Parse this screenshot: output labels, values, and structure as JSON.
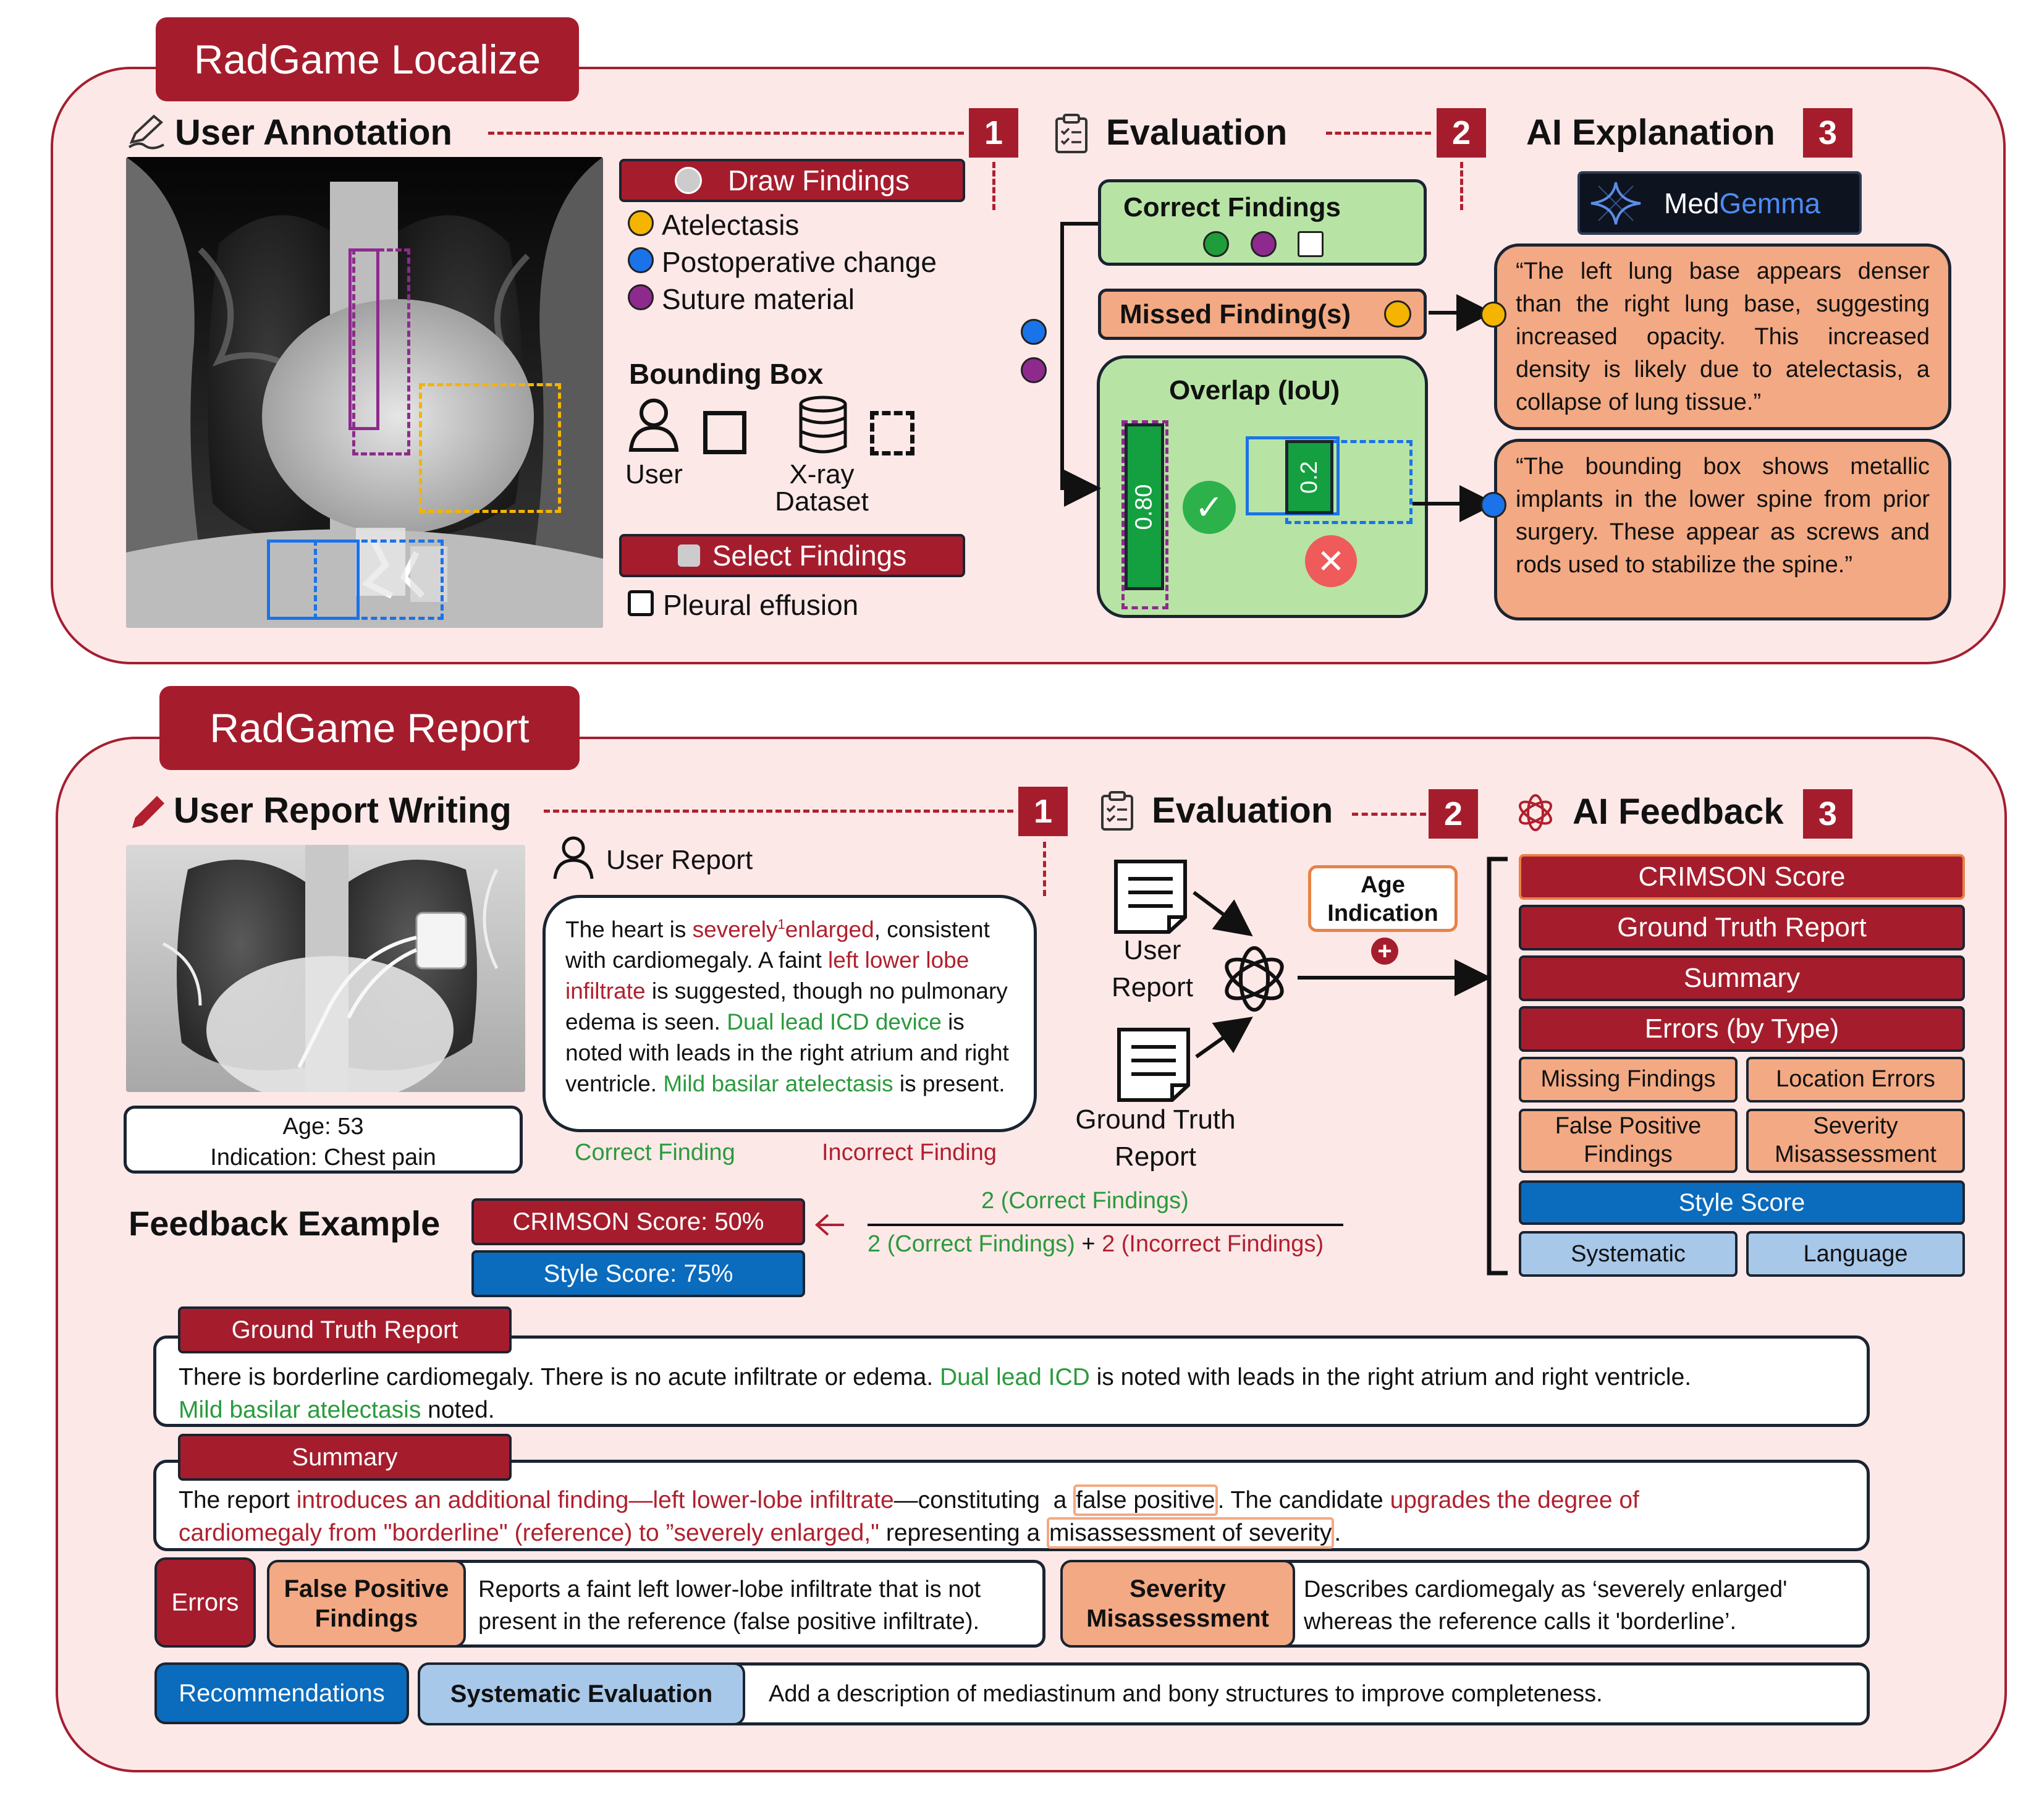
{
  "localize": {
    "title": "RadGame Localize",
    "annotation_heading": "User Annotation",
    "evaluation_heading": "Evaluation",
    "ai_heading": "AI Explanation",
    "step1": "1",
    "step2": "2",
    "step3": "3",
    "draw_findings": "Draw Findings",
    "findings": [
      {
        "label": "Atelectasis",
        "color": "#f4b400"
      },
      {
        "label": "Postoperative change",
        "color": "#1a73e8"
      },
      {
        "label": "Suture material",
        "color": "#8e2a8e"
      }
    ],
    "bounding_box_heading": "Bounding Box",
    "user_label": "User",
    "dataset_label": "X-ray\nDataset",
    "select_findings": "Select Findings",
    "pleural_effusion": "Pleural effusion",
    "correct_findings": "Correct Findings",
    "missed_findings": "Missed Finding(s)",
    "overlap_heading": "Overlap (IoU)",
    "iou_good": "0.80",
    "iou_bad": "0.2",
    "model_name_1": "Med",
    "model_name_2": "Gemma",
    "explanation_1": "“The left lung base appears denser than the right lung base, suggesting increased opacity. This increased density is likely due to atelectasis, a collapse of lung tissue.”",
    "explanation_2": "“The bounding box shows metallic implants in the lower spine from prior surgery. These appear as screws and rods used to stabilize the spine.”"
  },
  "report": {
    "title": "RadGame Report",
    "writing_heading": "User Report Writing",
    "evaluation_heading": "Evaluation",
    "ai_heading": "AI Feedback",
    "step1": "1",
    "step2": "2",
    "step3": "3",
    "user_report_heading": "User Report",
    "age": "Age: 53",
    "indication": "Indication:  Chest pain",
    "report_segments": [
      {
        "text": "The heart is ",
        "cls": ""
      },
      {
        "text": "severely",
        "cls": "red"
      },
      {
        "text": "1",
        "cls": "red sup-i"
      },
      {
        "text": "enlarged",
        "cls": "red"
      },
      {
        "text": ", consistent with cardiomegaly. A faint ",
        "cls": ""
      },
      {
        "text": "left lower lobe infiltrate",
        "cls": "red"
      },
      {
        "text": " is suggested, though no pulmonary edema is seen. ",
        "cls": ""
      },
      {
        "text": "Dual lead ICD",
        "cls": "grn"
      },
      {
        "text": " device",
        "cls": "grn"
      },
      {
        "text": " is noted with leads in the right atrium and right ventricle. ",
        "cls": ""
      },
      {
        "text": "Mild basilar atelectasis",
        "cls": "grn"
      },
      {
        "text": " is present.",
        "cls": ""
      }
    ],
    "correct_finding_legend": "Correct Finding",
    "incorrect_finding_legend": "Incorrect Finding",
    "user_report_icon_label": "User\nReport",
    "gt_report_icon_label": "Ground Truth\nReport",
    "age_indication": "Age\nIndication",
    "feedback_items": {
      "crimson": "CRIMSON Score",
      "gt_report": "Ground Truth Report",
      "summary": "Summary",
      "errors": "Errors (by Type)",
      "missing": "Missing Findings",
      "location": "Location Errors",
      "false_pos": "False Positive\nFindings",
      "severity": "Severity\nMisassessment",
      "style": "Style Score",
      "systematic": "Systematic",
      "language": "Language"
    },
    "feedback_example": "Feedback Example",
    "crimson_score": "CRIMSON Score: 50%",
    "style_score": "Style Score: 75%",
    "formula_numerator": "2 (Correct Findings)",
    "formula_den_a": "2 (Correct Findings)",
    "formula_plus": " + ",
    "formula_den_b": "2 (Incorrect Findings)",
    "gt_tab": "Ground Truth Report",
    "gt_text_1": "There is borderline cardiomegaly. There is no acute infiltrate or edema. ",
    "gt_text_2": "Dual lead ICD",
    "gt_text_3": " is noted with leads in the right atrium and right ventricle.",
    "gt_text_4": "Mild basilar atelectasis",
    "gt_text_5": " noted.",
    "summary_tab": "Summary",
    "summary_parts": {
      "a": "The report ",
      "b": "introduces an additional finding—left lower-lobe infiltrate",
      "c": "—constituting  a ",
      "d": "false positive",
      "e": ". The candidate ",
      "f": "upgrades the degree of",
      "g": "cardiomegaly from \"borderline\" (reference) to ”severely enlarged,\"",
      "h": " representing a ",
      "i": "misassessment of severity",
      "j": "."
    },
    "errors_label": "Errors",
    "fp_label": "False Positive\nFindings",
    "fp_text": "Reports a faint left lower-lobe infiltrate that is not present in the reference (false positive infiltrate).",
    "sev_label": "Severity\nMisassessment",
    "sev_text": "Describes cardiomegaly as ‘severely enlarged' whereas the reference calls it 'borderline’.",
    "rec_label": "Recommendations",
    "sys_label": "Systematic Evaluation",
    "sys_text": "Add a description of mediastinum and bony structures to improve completeness."
  }
}
